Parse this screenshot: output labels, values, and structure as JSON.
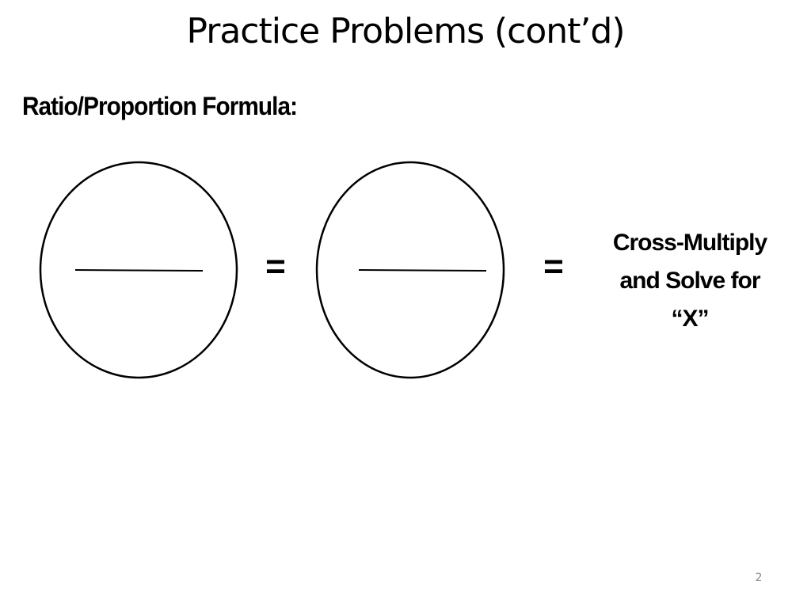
{
  "slide": {
    "title": "Practice Problems (cont’d)",
    "heading": "Ratio/Proportion Formula:",
    "equals_1": "=",
    "equals_2": "=",
    "instruction_lines": [
      "Cross-Multiply",
      "and Solve for",
      "“X”"
    ],
    "page_number": "2"
  },
  "colors": {
    "text": "#000000",
    "page_number": "#888888",
    "background": "#ffffff"
  }
}
